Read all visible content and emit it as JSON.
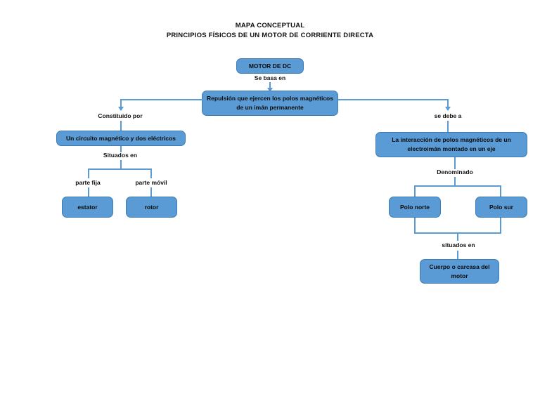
{
  "document": {
    "title_line1": "MAPA CONCEPTUAL",
    "title_line2": "PRINCIPIOS FÍSICOS DE UN MOTOR DE CORRIENTE DIRECTA"
  },
  "theme": {
    "node_fill": "#5B9BD5",
    "node_border": "#3E7CB1",
    "connector_color": "#5B9BD5",
    "text_color": "#111111",
    "background": "#FFFFFF"
  },
  "nodes": {
    "root": "MOTOR DE DC",
    "central": "Repulsión que ejercen los polos magnéticos de un imán permanente",
    "left_main": "Un circuito magnético y dos eléctricos",
    "estator": "estator",
    "rotor": "rotor",
    "right_main": "La interacción de polos magnéticos de un electroimán montado en un eje",
    "polo_norte": "Polo norte",
    "polo_sur": "Polo sur",
    "carcasa": "Cuerpo o carcasa del motor"
  },
  "connectors": {
    "se_basa_en": "Se basa en",
    "constituido_por": "Constituido por",
    "situados_en_1": "Situados en",
    "parte_fija": "parte fija",
    "parte_movil": "parte móvil",
    "se_debe_a": "se debe a",
    "denominado": "Denominado",
    "situados_en_2": "situados en"
  }
}
